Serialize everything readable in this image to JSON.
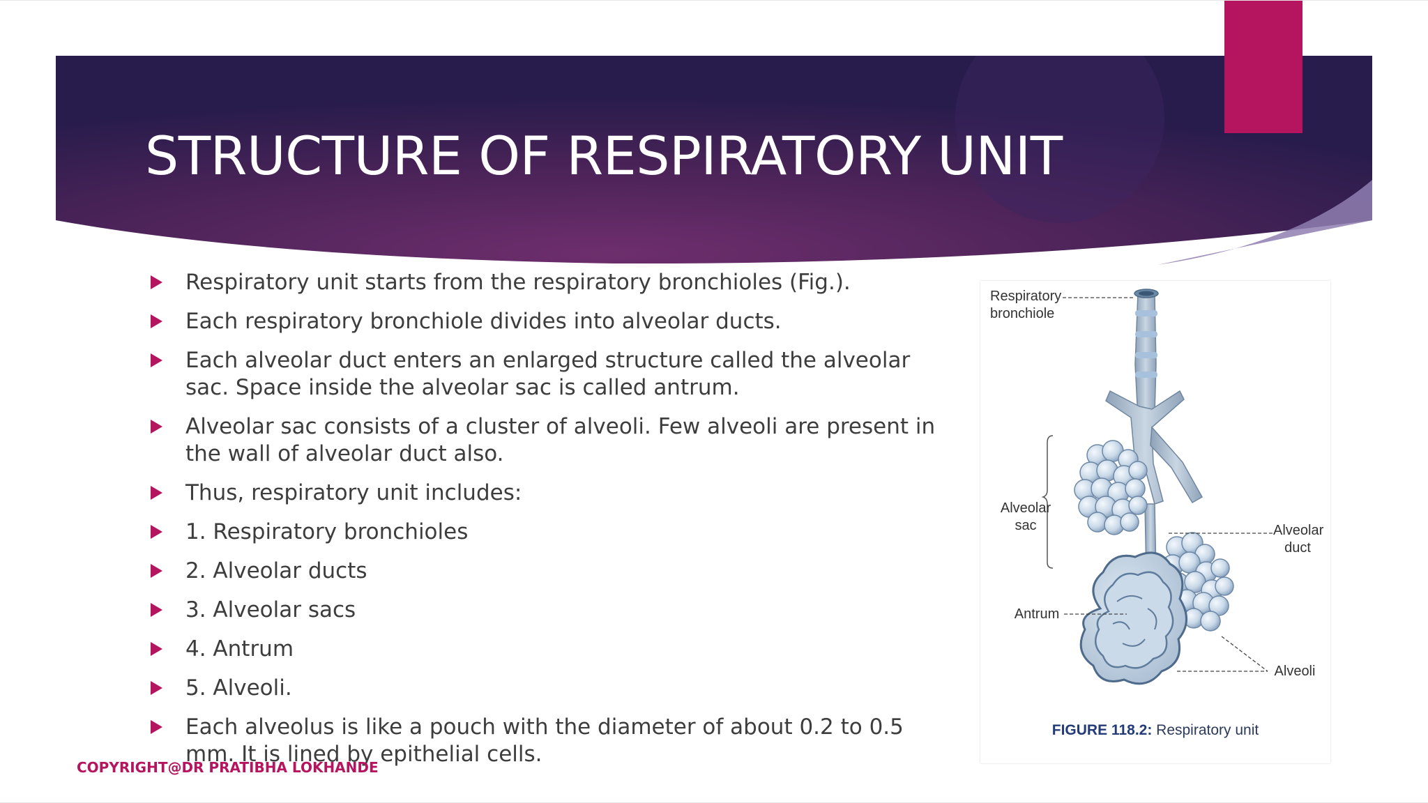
{
  "slide": {
    "title": "STRUCTURE OF RESPIRATORY UNIT",
    "bullets": [
      "Respiratory unit starts from the respiratory bronchioles (Fig.).",
      "Each respiratory bronchiole divides into alveolar ducts.",
      "Each alveolar duct enters an enlarged structure called the alveolar sac. Space inside the alveolar sac is called antrum.",
      "Alveolar sac consists of a cluster of alveoli. Few alveoli are present in the wall of alveolar duct also.",
      "Thus, respiratory unit includes:",
      "1. Respiratory bronchioles",
      "2. Alveolar ducts",
      "3. Alveolar sacs",
      "4. Antrum",
      "5. Alveoli.",
      "Each alveolus is like a pouch with the diameter of about 0.2 to 0.5 mm. It is lined by epithelial cells."
    ],
    "copyright": "COPYRIGHT@DR PRATIBHA LOKHANDE"
  },
  "figure": {
    "labels": {
      "respiratory_bronchiole": "Respiratory bronchiole",
      "alveolar_sac": "Alveolar sac",
      "alveolar_duct": "Alveolar duct",
      "antrum": "Antrum",
      "alveoli": "Alveoli"
    },
    "caption_number": "FIGURE 118.2:",
    "caption_text": " Respiratory unit"
  },
  "colors": {
    "accent": "#b5155f",
    "banner_dark": "#2a1d4e",
    "banner_mid": "#6a2d6e",
    "bullet_text": "#3d3d3d"
  }
}
